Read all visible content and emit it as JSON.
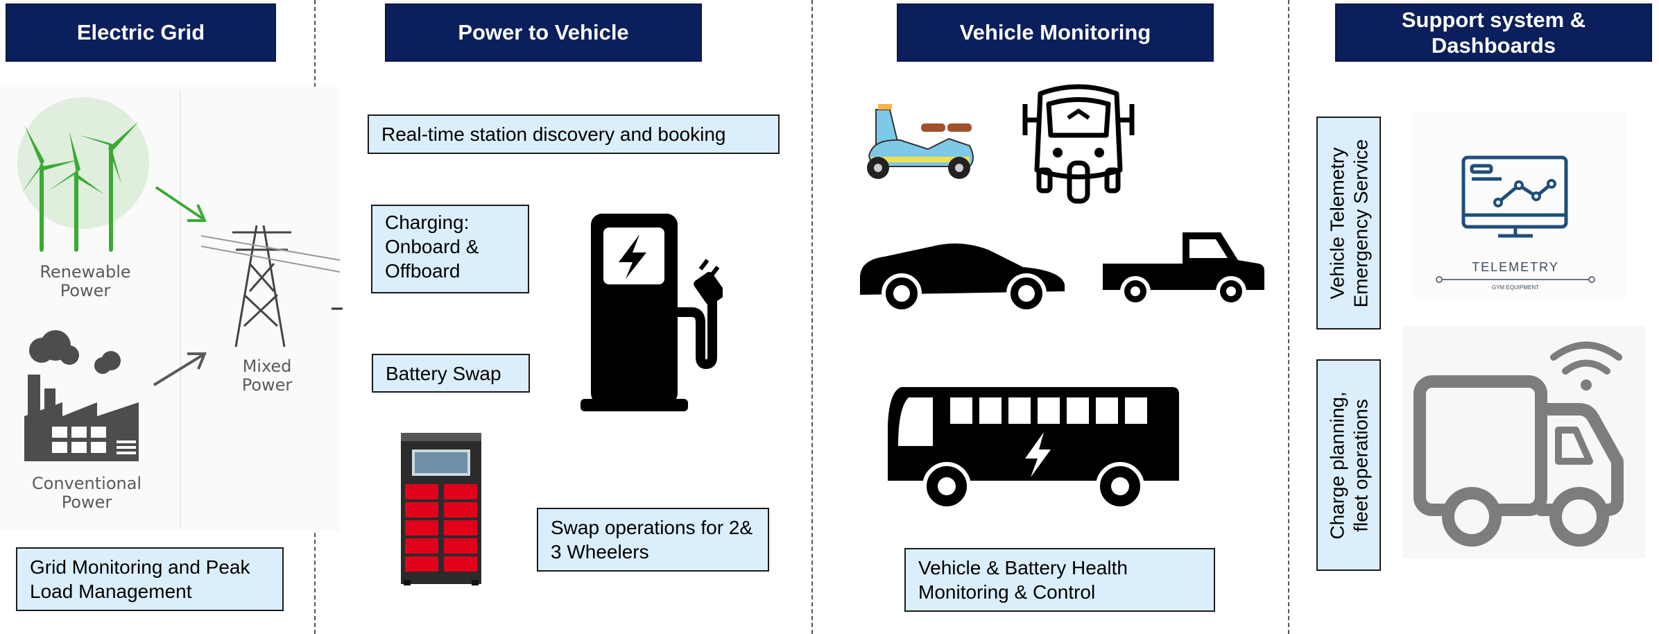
{
  "columns": [
    {
      "title": "Electric Grid"
    },
    {
      "title": "Power to Vehicle"
    },
    {
      "title": "Vehicle Monitoring"
    },
    {
      "title": "Support system & Dashboards"
    }
  ],
  "grid": {
    "renewable_label": [
      "Renewable",
      "Power"
    ],
    "mixed_label": [
      "Mixed",
      "Power"
    ],
    "conventional_label": [
      "Conventional",
      "Power"
    ],
    "note": "Grid Monitoring and Peak Load Management"
  },
  "power": {
    "discovery": "Real-time station discovery and booking",
    "charging": "Charging: Onboard & Offboard",
    "swap": "Battery Swap",
    "swap_ops": "Swap operations for 2& 3 Wheelers"
  },
  "monitoring": {
    "note": "Vehicle & Battery Health Monitoring & Control"
  },
  "support": {
    "telemetry_box": [
      "Vehicle Telemetry",
      "Emergency Service"
    ],
    "charge_box": [
      "Charge planning,",
      "fleet operations"
    ],
    "telemetry_logo": "TELEMETRY",
    "telemetry_sub": "GYM EQUIPMENT"
  },
  "colors": {
    "header_bg": "#0b1f5c",
    "box_bg": "#dbeefb",
    "renewable_green": "#3aaa35",
    "scooter_blue": "#7ec8e8",
    "scooter_yellow": "#f4e04d",
    "swap_red": "#e3001b",
    "telemetry_blue": "#1f4e79",
    "truck_gray": "#7d7d7d"
  },
  "icons": [
    "wind-turbine-icon",
    "factory-icon",
    "power-pylon-icon",
    "charging-station-icon",
    "battery-swap-cabinet-icon",
    "scooter-icon",
    "auto-rickshaw-icon",
    "car-icon",
    "pickup-truck-icon",
    "electric-bus-icon",
    "telemetry-monitor-icon",
    "connected-truck-icon"
  ]
}
